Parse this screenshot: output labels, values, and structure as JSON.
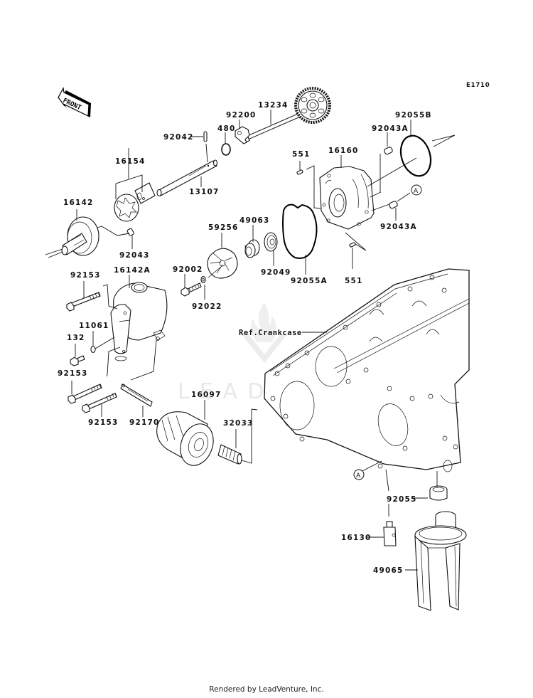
{
  "diagram": {
    "code": "E1710",
    "front_arrow": "FRONT",
    "reference_label": "Ref.Crankcase",
    "callout_marker": "A",
    "watermark": "LEADVENTURE",
    "footer": "Rendered by LeadVenture, Inc."
  },
  "parts": [
    {
      "id": "p13234",
      "number": "13234"
    },
    {
      "id": "p92200",
      "number": "92200"
    },
    {
      "id": "p480",
      "number": "480"
    },
    {
      "id": "p92042",
      "number": "92042"
    },
    {
      "id": "p16154",
      "number": "16154"
    },
    {
      "id": "p13107",
      "number": "13107"
    },
    {
      "id": "p16142",
      "number": "16142"
    },
    {
      "id": "p92043",
      "number": "92043"
    },
    {
      "id": "p551a",
      "number": "551"
    },
    {
      "id": "p16160",
      "number": "16160"
    },
    {
      "id": "p92043a_top",
      "number": "92043A"
    },
    {
      "id": "p92055b",
      "number": "92055B"
    },
    {
      "id": "p92043a_bot",
      "number": "92043A"
    },
    {
      "id": "p59256",
      "number": "59256"
    },
    {
      "id": "p49063",
      "number": "49063"
    },
    {
      "id": "p92049",
      "number": "92049"
    },
    {
      "id": "p92055a",
      "number": "92055A"
    },
    {
      "id": "p551b",
      "number": "551"
    },
    {
      "id": "p92002",
      "number": "92002"
    },
    {
      "id": "p92022",
      "number": "92022"
    },
    {
      "id": "p92153a",
      "number": "92153"
    },
    {
      "id": "p16142a",
      "number": "16142A"
    },
    {
      "id": "p11061",
      "number": "11061"
    },
    {
      "id": "p132",
      "number": "132"
    },
    {
      "id": "p92153b",
      "number": "92153"
    },
    {
      "id": "p92153c",
      "number": "92153"
    },
    {
      "id": "p92170",
      "number": "92170"
    },
    {
      "id": "p16097",
      "number": "16097"
    },
    {
      "id": "p32033",
      "number": "32033"
    },
    {
      "id": "p92055",
      "number": "92055"
    },
    {
      "id": "p16130",
      "number": "16130"
    },
    {
      "id": "p49065",
      "number": "49065"
    }
  ]
}
